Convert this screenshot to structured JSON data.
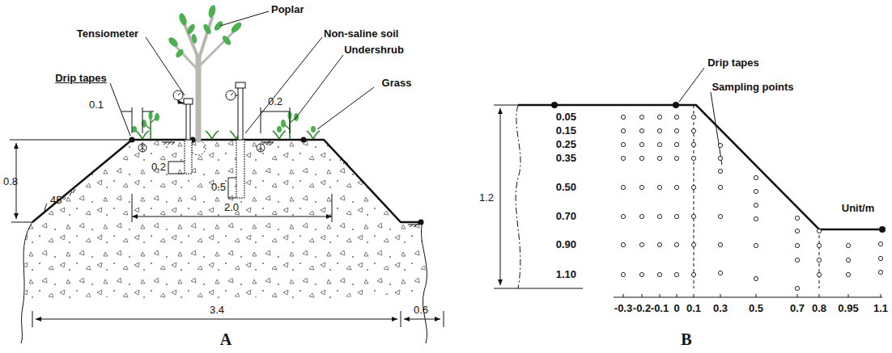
{
  "diagram": {
    "labels": [
      "Poplar",
      "Tensiometer",
      "Non-saline soil",
      "Drip tapes",
      "Undershrub",
      "Grass",
      "0.1",
      "0.2",
      "0.2",
      "0.5",
      "0.8",
      "45°",
      "2.0",
      "3.4",
      "0.6",
      "A",
      "Drip tapes",
      "Sampling points",
      "Unit/m",
      "1.2",
      "0.05",
      "0.15",
      "0.25",
      "0.35",
      "0.50",
      "0.70",
      "0.90",
      "1.10",
      "-0.3",
      "-0.2",
      "-0.1",
      "0",
      "0.1",
      "0.3",
      "0.5",
      "0.7",
      "0.8",
      "0.95",
      "1.1",
      "B"
    ]
  }
}
